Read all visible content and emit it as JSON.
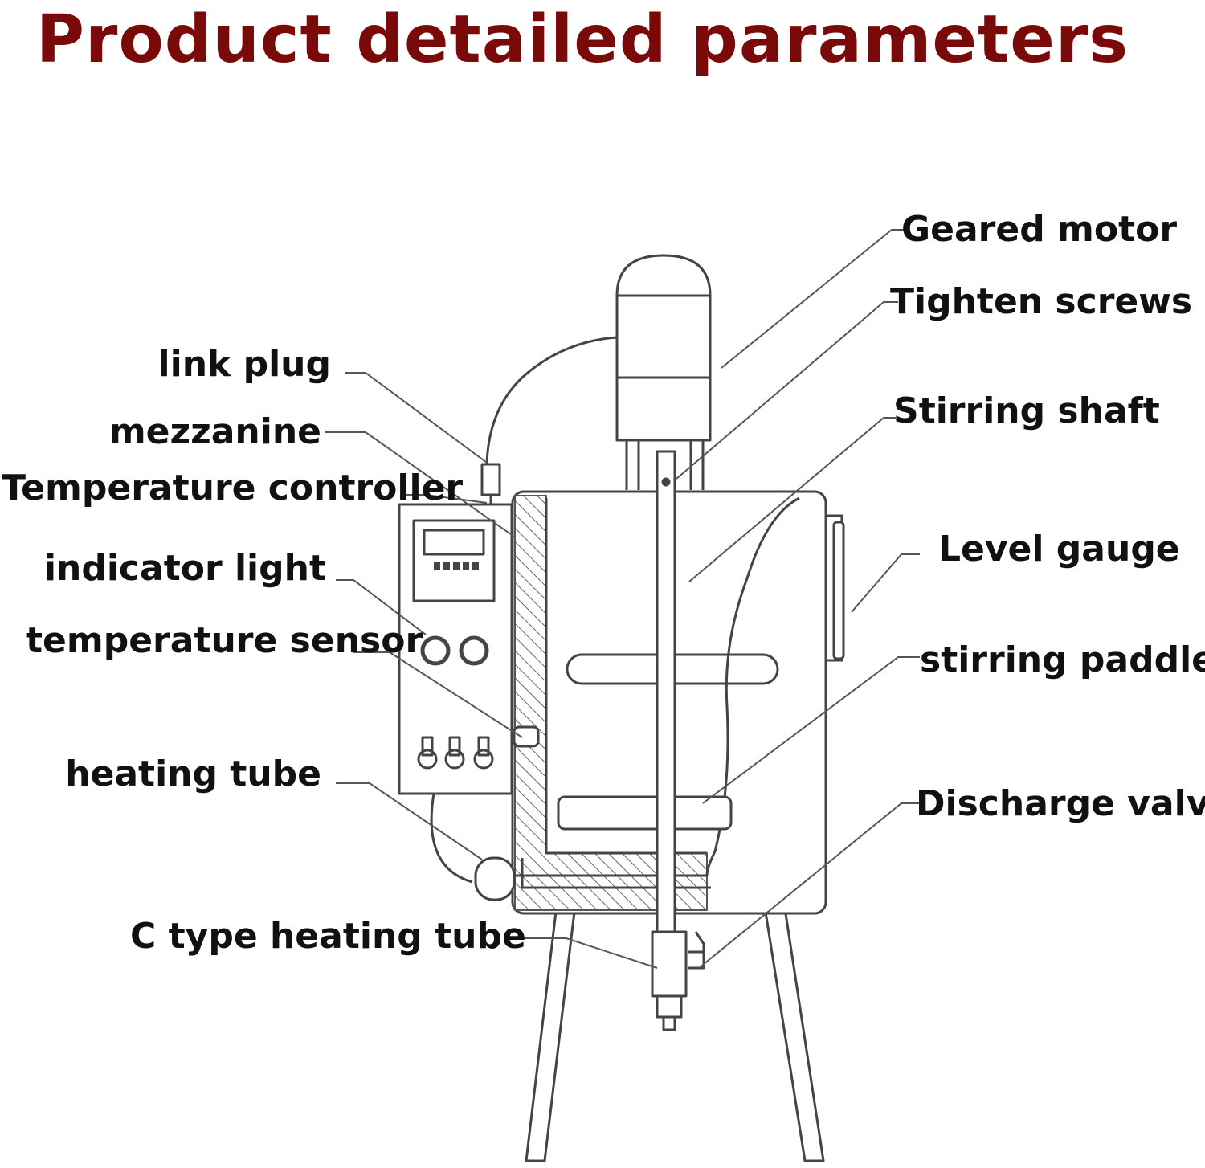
{
  "title": "Product detailed parameters",
  "labels": {
    "geared_motor": "Geared motor",
    "tighten_screws": "Tighten screws",
    "stirring_shaft": "Stirring shaft",
    "level_gauge": "Level gauge",
    "stirring_paddle": "stirring paddle",
    "discharge_valve": "Discharge valve",
    "link_plug": "link plug",
    "mezzanine": "mezzanine",
    "temperature_controller": "Temperature controller",
    "indicator_light": "indicator light",
    "temperature_sensor": "temperature sensor",
    "heating_tube": "heating tube",
    "c_type_heating_tube": "C type heating tube"
  },
  "colors": {
    "title": "#7a0a0a",
    "line": "#444444",
    "label": "#111111"
  }
}
